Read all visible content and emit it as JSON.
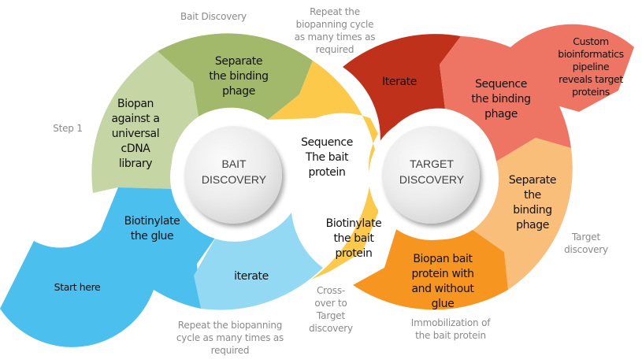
{
  "diagram": {
    "title": "Bait and Target Discovery biopanning cycles",
    "colors": {
      "bait_green_light": "#c5d5a4",
      "bait_green_dark": "#a2b86a",
      "bait_yellow": "#fdc94b",
      "bait_blue": "#4bbfee",
      "bait_blue_light": "#93d9f3",
      "target_red_dark": "#c0311c",
      "target_red_light": "#ee7563",
      "target_orange_light": "#f9be7a",
      "target_orange": "#f6951f",
      "hub_fill": "#e8e8e8",
      "caption_gray": "#8a8a8a"
    },
    "hubs": {
      "bait": {
        "line1": "BAIT",
        "line2": "DISCOVERY"
      },
      "target": {
        "line1": "TARGET",
        "line2": "DISCOVERY"
      }
    },
    "bait_segments": {
      "start": {
        "lines": [
          "Start here"
        ]
      },
      "biotinylate_glue": {
        "lines": [
          "Biotinylate",
          "the glue"
        ]
      },
      "biopan_universal": {
        "lines": [
          "Biopan",
          "against a",
          "universal",
          "cDNA",
          "library"
        ]
      },
      "separate_binding": {
        "lines": [
          "Separate",
          "the binding",
          "phage"
        ]
      },
      "sequence_bait": {
        "lines": [
          "Sequence",
          "The bait",
          "protein"
        ]
      },
      "biotinylate_bait": {
        "lines": [
          "Biotinylate",
          "the bait",
          "protein"
        ]
      },
      "iterate": {
        "lines": [
          "iterate"
        ]
      }
    },
    "target_segments": {
      "iterate": {
        "lines": [
          "Iterate"
        ]
      },
      "sequence_binding": {
        "lines": [
          "Sequence",
          "the binding",
          "phage"
        ]
      },
      "custom_pipeline": {
        "lines": [
          "Custom",
          "bioinformatics",
          "pipeline",
          "reveals target",
          "proteins"
        ]
      },
      "separate_binding": {
        "lines": [
          "Separate",
          "the",
          "binding",
          "phage"
        ]
      },
      "biopan_bait": {
        "lines": [
          "Biopan bait",
          "protein with",
          "and without",
          "glue"
        ]
      }
    },
    "captions": {
      "bait_discovery": {
        "lines": [
          "Bait Discovery"
        ]
      },
      "step1": {
        "lines": [
          "Step 1"
        ]
      },
      "repeat_top": {
        "lines": [
          "Repeat the",
          "biopanning cycle",
          "as many times as",
          "required"
        ]
      },
      "repeat_bottom": {
        "lines": [
          "Repeat the biopanning",
          "cycle as many times as",
          "required"
        ]
      },
      "crossover": {
        "lines": [
          "Cross-",
          "over to",
          "Target",
          "discovery"
        ]
      },
      "immobilization": {
        "lines": [
          "Immobilization of",
          "the bait protein"
        ]
      },
      "target_discovery": {
        "lines": [
          "Target",
          "discovery"
        ]
      }
    }
  }
}
